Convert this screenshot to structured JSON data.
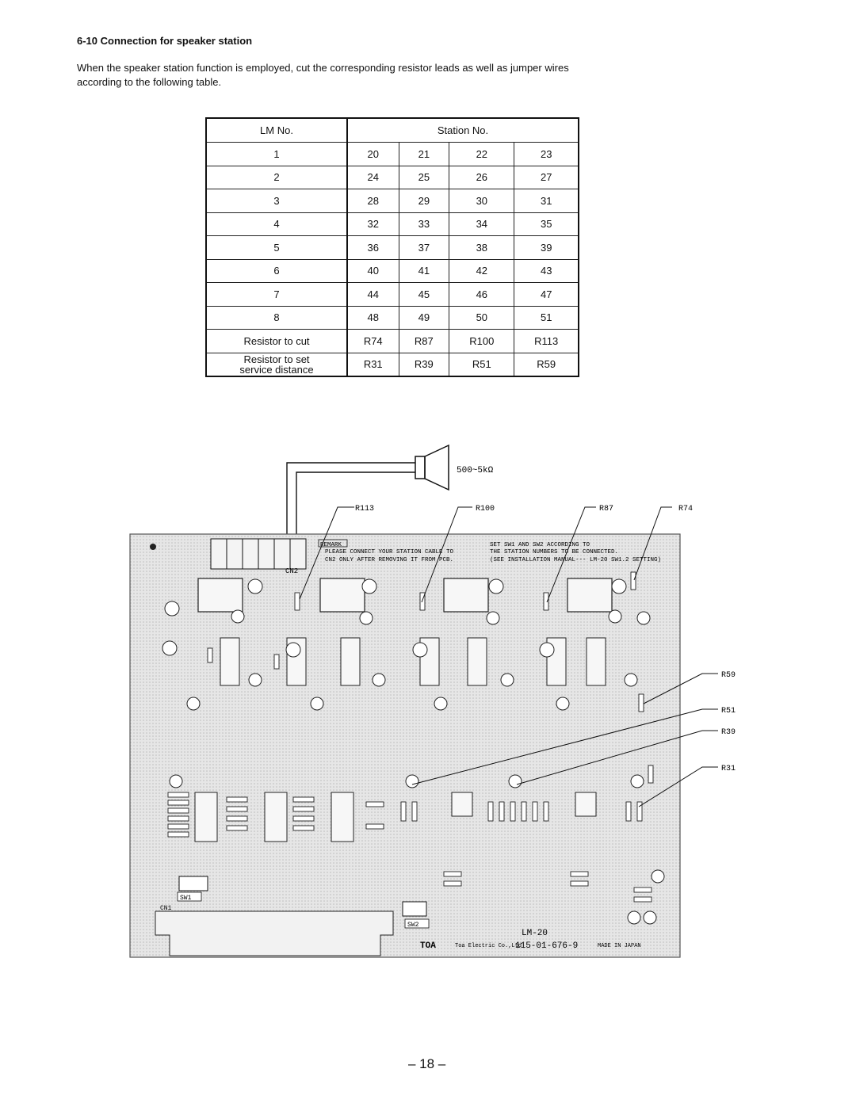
{
  "section": {
    "number": "6-10",
    "title": "Connection for speaker station"
  },
  "intro": "When the speaker station function is employed, cut the corresponding resistor leads as well as jumper wires according to the following table.",
  "table": {
    "header_lm": "LM No.",
    "header_station": "Station No.",
    "rows": [
      {
        "lm": "1",
        "stations": [
          "20",
          "21",
          "22",
          "23"
        ]
      },
      {
        "lm": "2",
        "stations": [
          "24",
          "25",
          "26",
          "27"
        ]
      },
      {
        "lm": "3",
        "stations": [
          "28",
          "29",
          "30",
          "31"
        ]
      },
      {
        "lm": "4",
        "stations": [
          "32",
          "33",
          "34",
          "35"
        ]
      },
      {
        "lm": "5",
        "stations": [
          "36",
          "37",
          "38",
          "39"
        ]
      },
      {
        "lm": "6",
        "stations": [
          "40",
          "41",
          "42",
          "43"
        ]
      },
      {
        "lm": "7",
        "stations": [
          "44",
          "45",
          "46",
          "47"
        ]
      },
      {
        "lm": "8",
        "stations": [
          "48",
          "49",
          "50",
          "51"
        ]
      }
    ],
    "cut_label": "Resistor to cut",
    "cut_values": [
      "R74",
      "R87",
      "R100",
      "R113"
    ],
    "set_label_line1": "Resistor to set",
    "set_label_line2": "service distance",
    "set_values": [
      "R31",
      "R39",
      "R51",
      "R59"
    ]
  },
  "diagram": {
    "speaker_label": "500~5kΩ",
    "callouts_top": [
      "R113",
      "R100",
      "R87",
      "R74"
    ],
    "callouts_right": [
      "R59",
      "R51",
      "R39",
      "R31"
    ],
    "remark_title": "REMARK",
    "remark_lines": [
      "PLEASE CONNECT YOUR STATION CABLE TO",
      "CN2 ONLY AFTER REMOVING IT FROM PCB."
    ],
    "set_lines": [
      "SET SW1 AND SW2 ACCORDING TO",
      "THE STATION NUMBERS TO BE CONNECTED.",
      "(SEE INSTALLATION MANUAL--- LM-20 SW1.2 SETTING)"
    ],
    "board_labels": {
      "cn2": "CN2",
      "cn1": "CN1",
      "sw1": "SW1",
      "sw2": "SW2",
      "model": "LM-20",
      "maker_logo": "TOA",
      "maker_name": "Toa Electric Co.,Ltd",
      "part_no": "115-01-676-9",
      "made_in": "MADE IN JAPAN"
    }
  },
  "page_number": "– 18 –"
}
